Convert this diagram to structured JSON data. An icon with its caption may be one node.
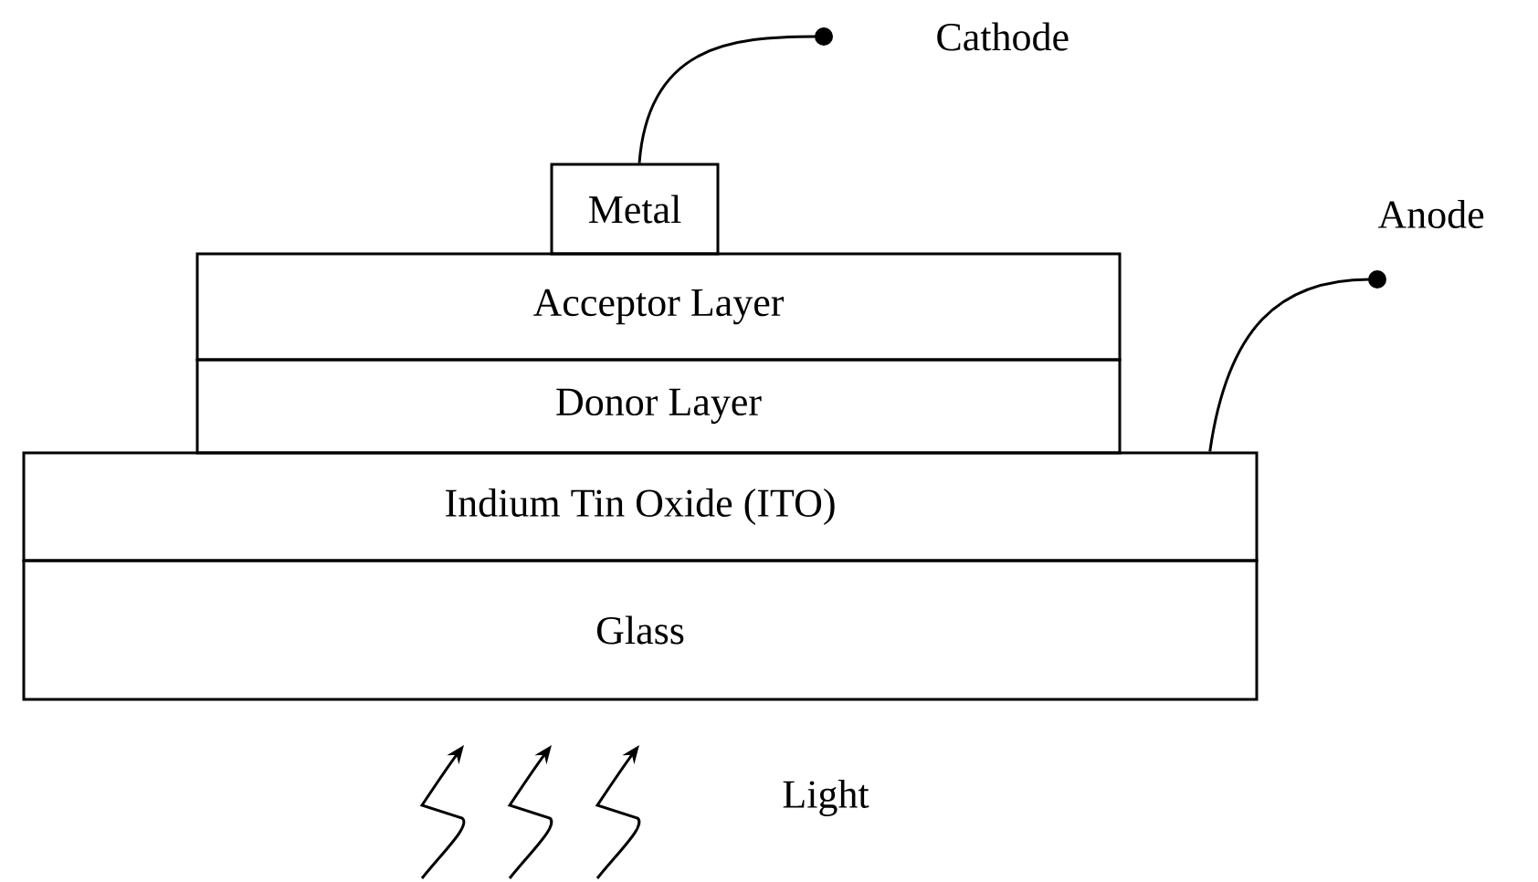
{
  "diagram": {
    "nodes": [
      {
        "text": [
          "Metal"
        ]
      },
      {
        "text": [
          "Acceptor Layer"
        ]
      },
      {
        "text": [
          "Donor Layer"
        ]
      },
      {
        "text": [
          "Indium Tin Oxide (ITO)"
        ]
      },
      {
        "text": [
          "Glass"
        ]
      },
      {
        "text": [
          "Cathode"
        ]
      },
      {
        "text": [
          "Anode"
        ]
      }
    ],
    "edges": [
      {
        "from": 0,
        "to": 5,
        "arrow": "other"
      },
      {
        "from": 3,
        "to": 6,
        "arrow": "other"
      }
    ],
    "labels": [
      "Light"
    ]
  }
}
